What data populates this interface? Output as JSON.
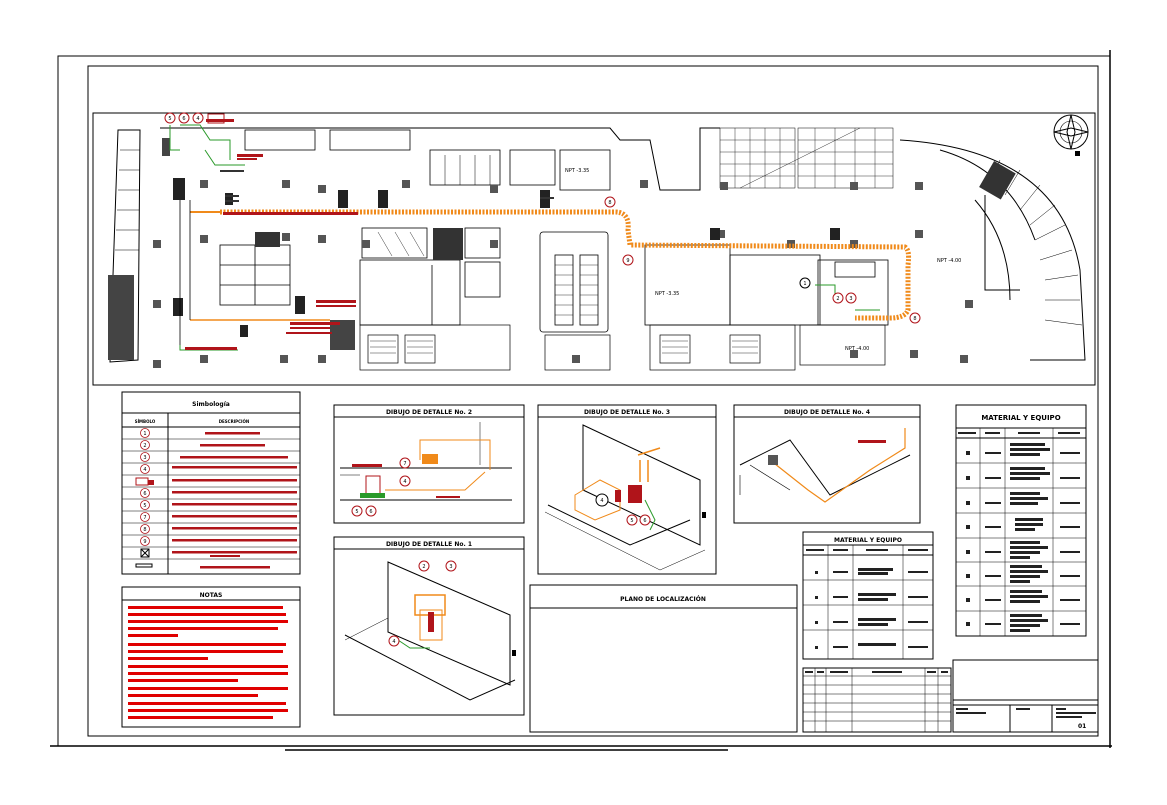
{
  "detail_2": {
    "title": "DIBUJO DE DETALLE No. 2"
  },
  "detail_3": {
    "title": "DIBUJO DE DETALLE No. 3"
  },
  "detail_4": {
    "title": "DIBUJO DE DETALLE No. 4"
  },
  "detail_1": {
    "title": "DIBUJO DE DETALLE No. 1"
  },
  "location_plan": {
    "title": "PLANO DE LOCALIZACIÓN"
  },
  "material_main": {
    "title": "MATERIAL Y EQUIPO"
  },
  "material_small": {
    "title": "MATERIAL Y EQUIPO"
  },
  "legend": {
    "title": "Simbología",
    "col_symbol": "SÍMBOLO",
    "col_desc": "DESCRIPCIÓN",
    "symbols": [
      "1",
      "2",
      "3",
      "4",
      "",
      "6",
      "5",
      "7",
      "8",
      "9",
      "",
      ""
    ]
  },
  "notes": {
    "title": "NOTAS"
  },
  "plan": {
    "level_1": "NPT -3.35",
    "level_2": "NPT -3.35",
    "level_3": "NPT -4.00",
    "level_4": "NPT -4.00",
    "tags_top": [
      "5",
      "6",
      "4"
    ],
    "tag_nums": [
      "8",
      "9",
      "1",
      "2",
      "3",
      "8"
    ]
  },
  "detail_tags": {
    "d2": [
      "7",
      "4",
      "5",
      "6"
    ],
    "d3": [
      "4",
      "5",
      "6"
    ],
    "d1": [
      "2",
      "3",
      "4"
    ]
  },
  "sheet": {
    "number": "01"
  },
  "colors": {
    "orange": "#f08a1a",
    "red": "#b0141a",
    "green": "#2a9a2a",
    "gray": "#555555"
  }
}
